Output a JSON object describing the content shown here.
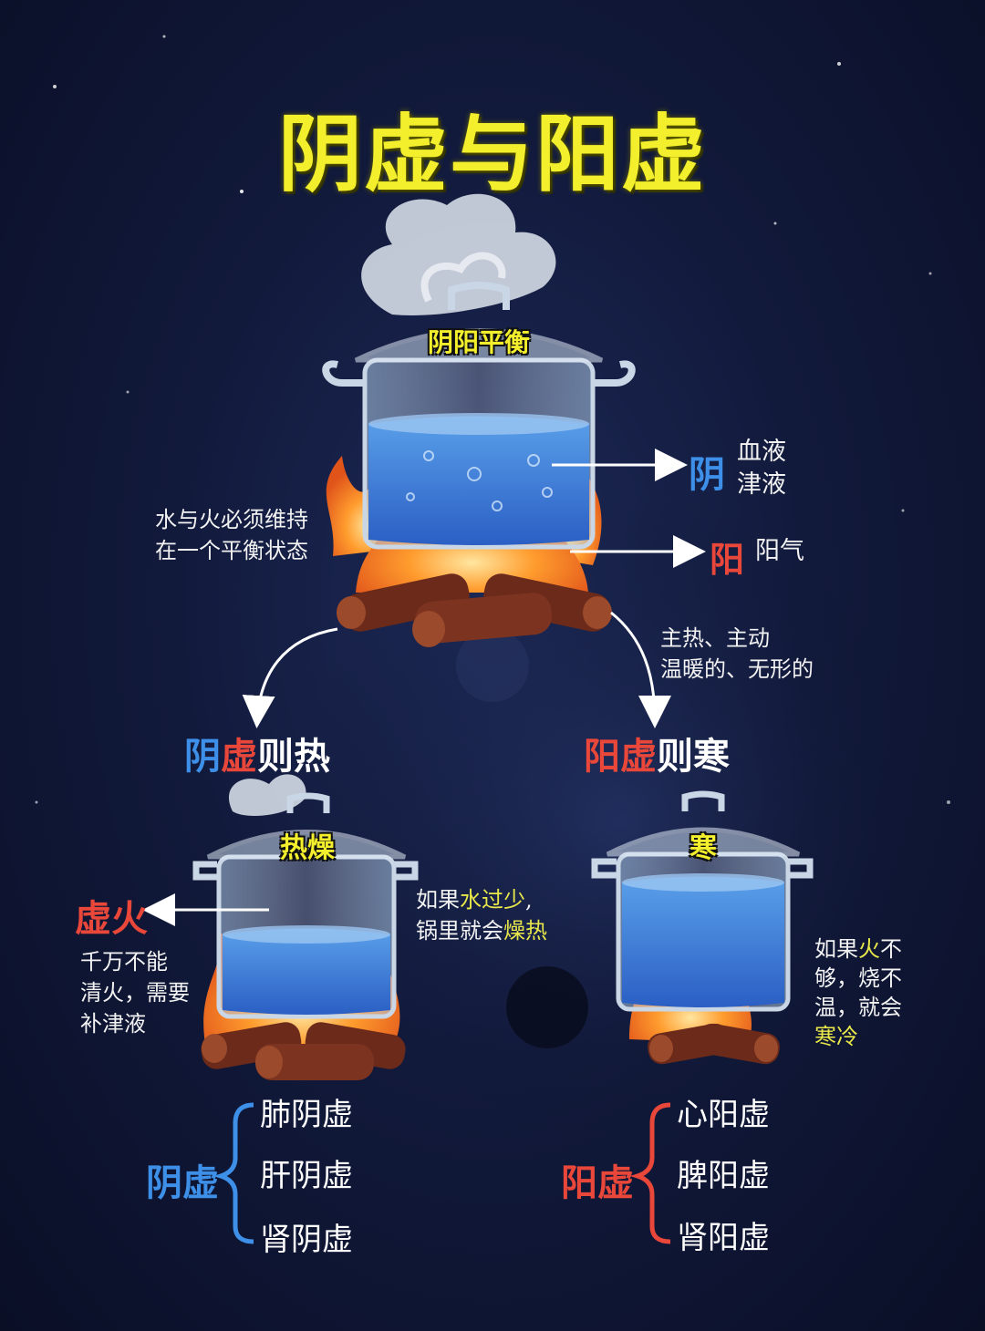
{
  "title": "阴虚与阳虚",
  "top_pot": {
    "label": "阴阳平衡",
    "yin": {
      "char": "阴",
      "line1": "血液",
      "line2": "津液"
    },
    "yang": {
      "char": "阳",
      "text": "阳气"
    },
    "balance_note": {
      "line1": "水与火必须维持",
      "line2": "在一个平衡状态"
    },
    "yang_note": {
      "line1": "主热、主动",
      "line2": "温暖的、无形的"
    }
  },
  "left": {
    "heading": {
      "part1": "阴",
      "part2": "虚",
      "part3": "则热"
    },
    "pot_label": "热燥",
    "xuhuo": "虚火",
    "note_left": {
      "line1": "千万不能",
      "line2": "清火，需要",
      "line3": "补津液"
    },
    "note_right": {
      "l1a": "如果",
      "l1b": "水过少",
      "l1c": ",",
      "l2a": "锅里就会",
      "l2b": "燥热"
    },
    "group_label": "阴虚",
    "items": [
      "肺阴虚",
      "肝阴虚",
      "肾阴虚"
    ]
  },
  "right": {
    "heading": {
      "part1": "阳",
      "part2": "虚",
      "part3": "则寒"
    },
    "pot_label": "寒",
    "note": {
      "l1a": "如果",
      "l1b": "火",
      "l1c": "不",
      "l2": "够，烧不",
      "l3": "温，就会",
      "l4": "寒冷"
    },
    "group_label": "阳虚",
    "items": [
      "心阳虚",
      "脾阳虚",
      "肾阳虚"
    ]
  },
  "colors": {
    "yin_blue": "#3d8fe8",
    "yang_red": "#e8473a",
    "title_yellow": "#f3ef2c",
    "background": "#121a3c"
  }
}
